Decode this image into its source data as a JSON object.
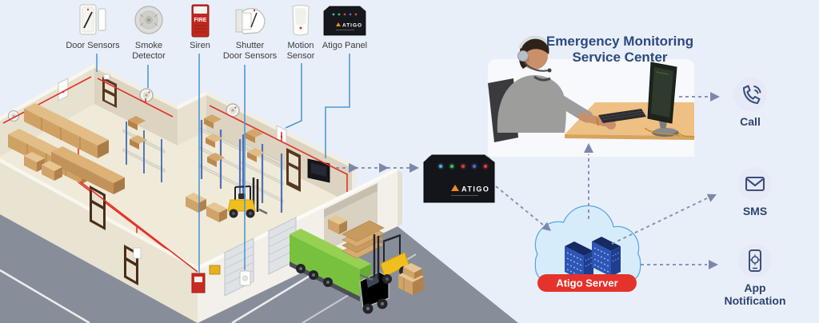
{
  "colors": {
    "background": "#e9eff9",
    "callout_blue": "#4f98d2",
    "navy_text": "#2c4a7e",
    "arrow_gray_blue": "#8a93b5",
    "alert_red": "#e5322a",
    "cloud_outline_blue": "#57a7e8",
    "road_gray": "#878e9a",
    "wire_red": "#e23127",
    "forklift_yellow": "#f1bf1d",
    "truck_green": "#78c13e"
  },
  "legend": {
    "siren_text": "FIRE",
    "items": [
      {
        "id": "door-sensors",
        "lines": [
          "Door Sensors"
        ]
      },
      {
        "id": "smoke-detector",
        "lines": [
          "Smoke",
          "Detector"
        ]
      },
      {
        "id": "siren",
        "lines": [
          "Siren"
        ]
      },
      {
        "id": "shutter-door-sensors",
        "lines": [
          "Shutter",
          "Door Sensors"
        ]
      },
      {
        "id": "motion-sensor",
        "lines": [
          "Motion",
          "Sensor"
        ]
      },
      {
        "id": "atigo-panel",
        "lines": [
          "Atigo Panel"
        ]
      }
    ]
  },
  "device": {
    "brand": "ATIGO"
  },
  "monitoring_center": {
    "title_line1": "Emergency Monitoring",
    "title_line2": "Service Center"
  },
  "cloud": {
    "label": "Atigo Server"
  },
  "outputs": [
    {
      "id": "call",
      "lines": [
        "Call"
      ]
    },
    {
      "id": "sms",
      "lines": [
        "SMS"
      ]
    },
    {
      "id": "app-notification",
      "lines": [
        "App",
        "Notification"
      ]
    }
  ]
}
